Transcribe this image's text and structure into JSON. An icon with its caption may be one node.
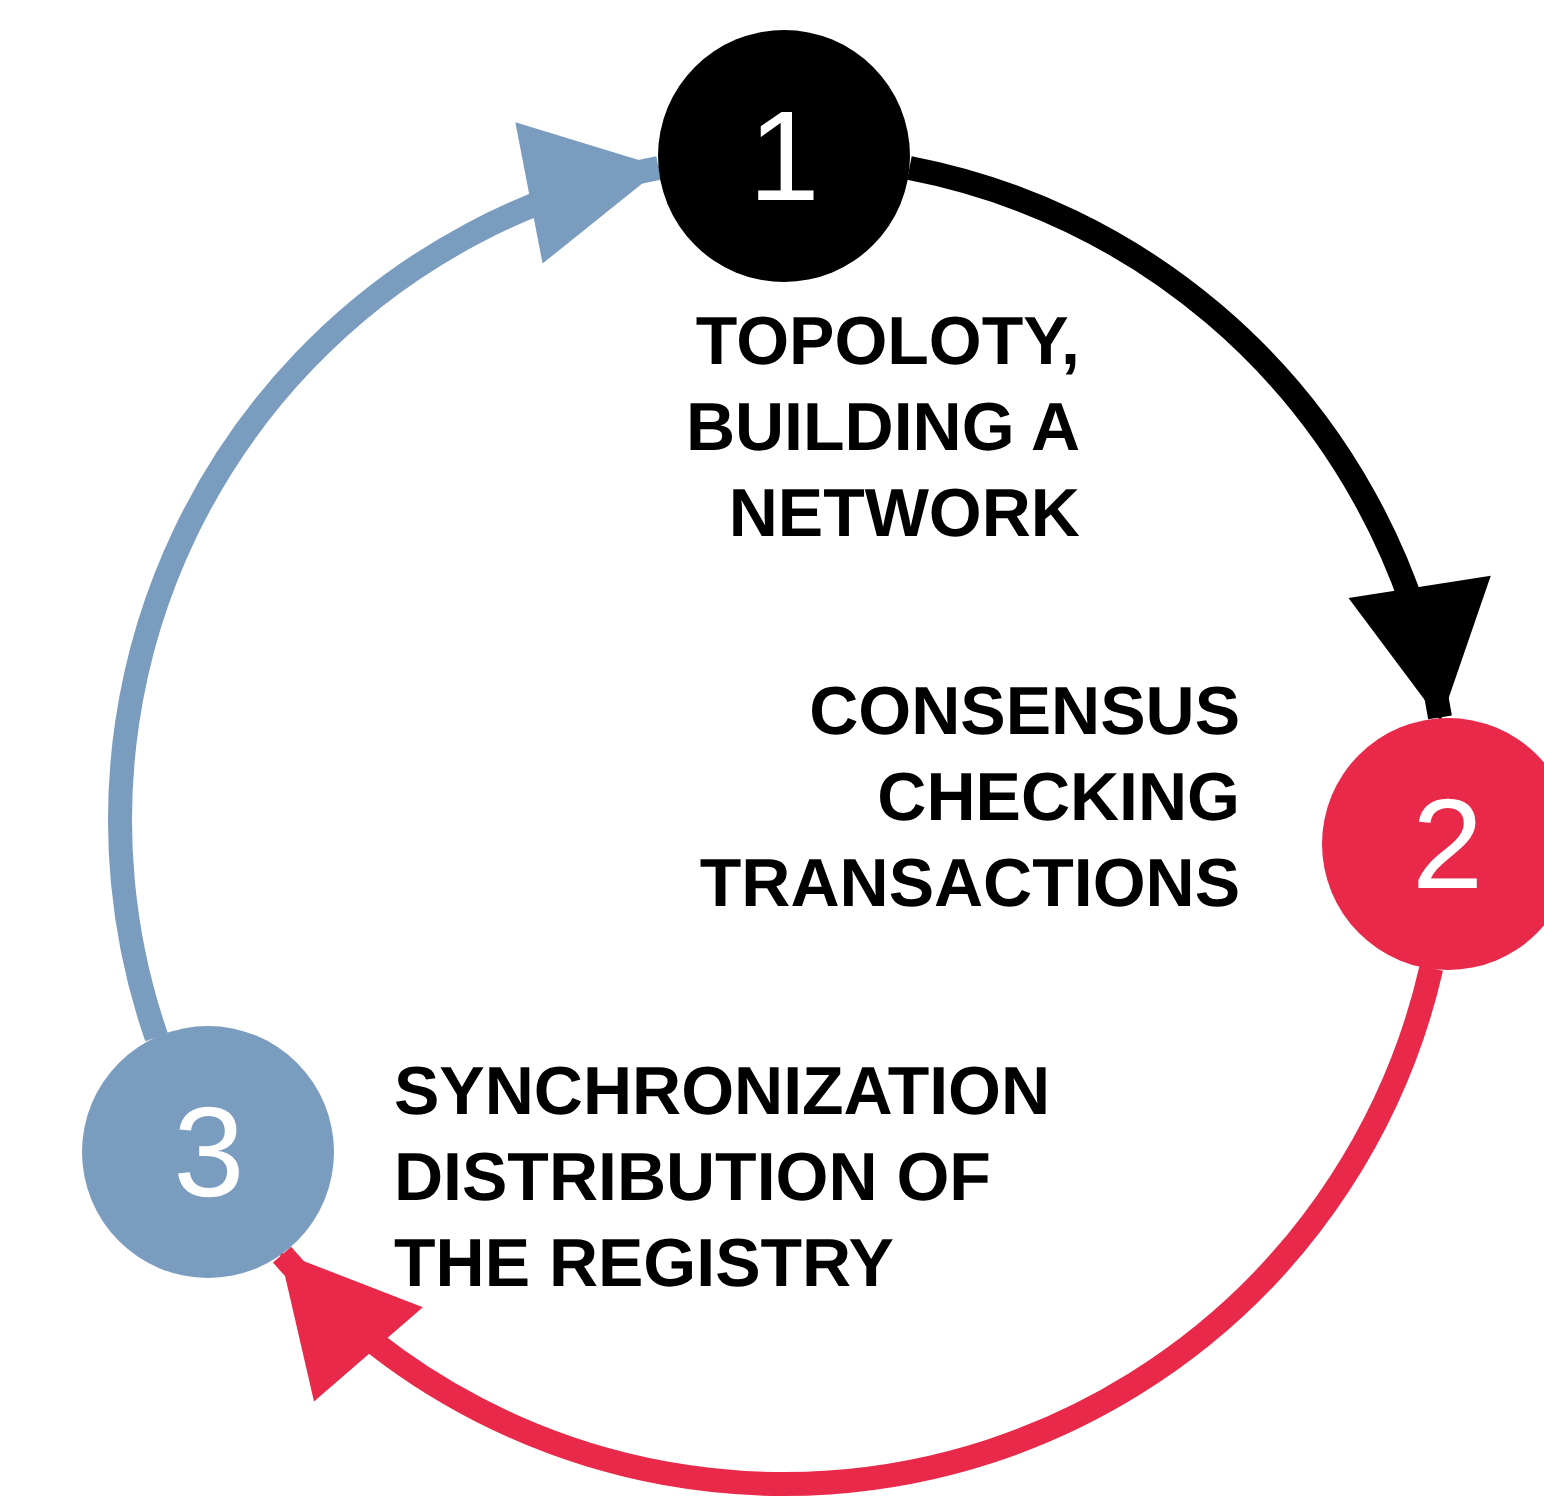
{
  "diagram": {
    "nodes": [
      {
        "text": [
          "1"
        ],
        "beside": [
          "TOPOLOTY, BUILDING A NETWORK"
        ]
      },
      {
        "text": [
          "2"
        ],
        "beside": [
          "CONSENSUS CHECKING TRANSACTIONS"
        ]
      },
      {
        "text": [
          "3"
        ],
        "beside": [
          "SYNCHRONIZATION DISTRIBUTION OF THE REGISTRY"
        ]
      }
    ],
    "edges": [
      {
        "from": 0,
        "to": 1,
        "arrow": "to",
        "color": "#000000"
      },
      {
        "from": 1,
        "to": 2,
        "arrow": "to",
        "color": "#e8294a"
      },
      {
        "from": 2,
        "to": 0,
        "arrow": "to",
        "color": "#7a9cbf"
      }
    ]
  }
}
